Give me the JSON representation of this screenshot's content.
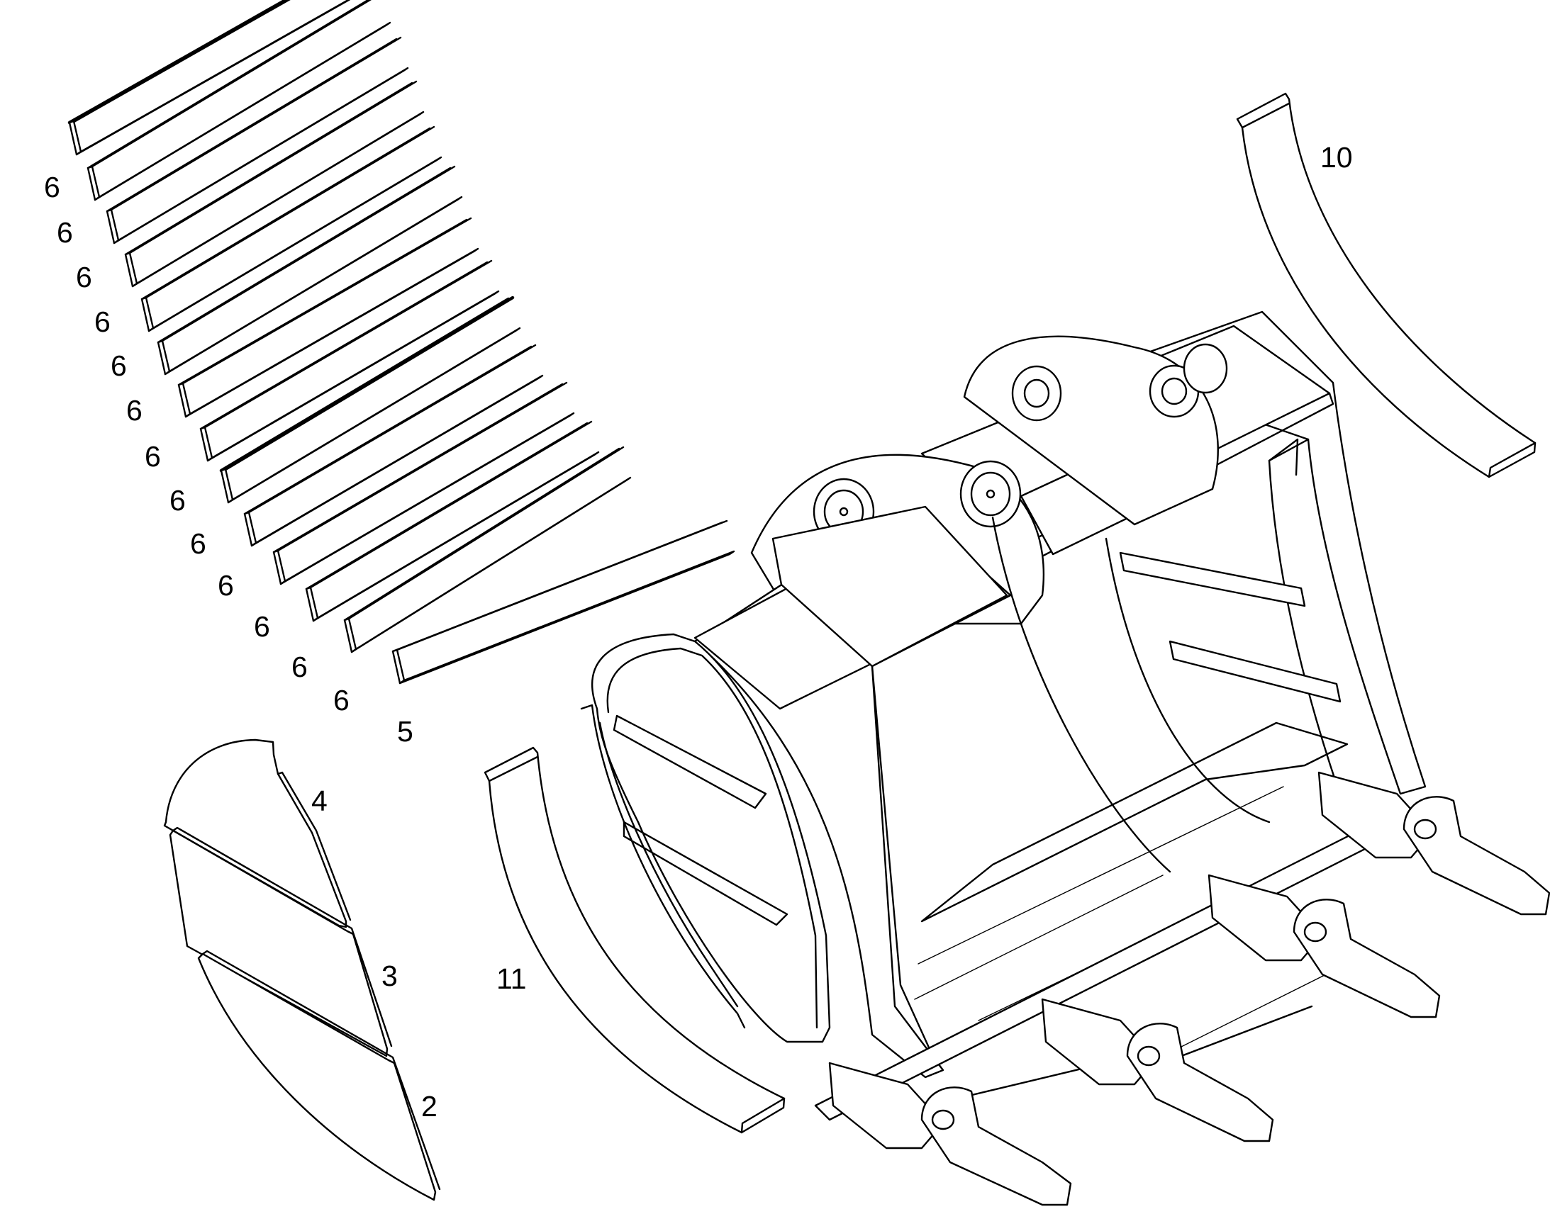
{
  "diagram": {
    "callouts": {
      "plate_6": "6",
      "plate_5": "5",
      "liner_4": "4",
      "liner_3": "3",
      "liner_2": "2",
      "strip_10": "10",
      "strip_11": "11"
    }
  }
}
